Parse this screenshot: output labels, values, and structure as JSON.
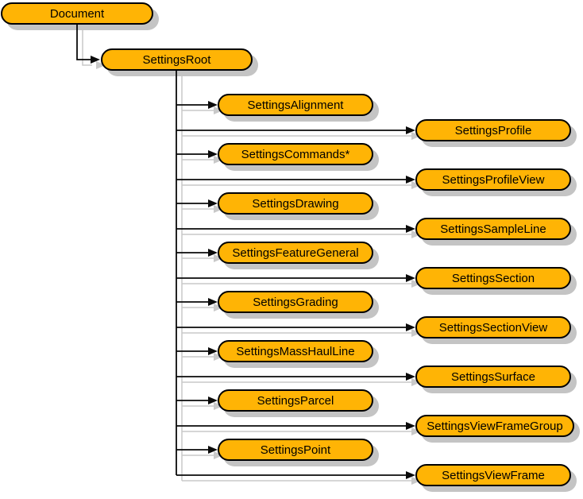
{
  "diagram": {
    "nodes": {
      "document": "Document",
      "settings_root": "SettingsRoot",
      "left": [
        "SettingsAlignment",
        "SettingsCommands*",
        "SettingsDrawing",
        "SettingsFeatureGeneral",
        "SettingsGrading",
        "SettingsMassHaulLine",
        "SettingsParcel",
        "SettingsPoint"
      ],
      "right": [
        "SettingsProfile",
        "SettingsProfileView",
        "SettingsSampleLine",
        "SettingsSection",
        "SettingsSectionView",
        "SettingsSurface",
        "SettingsViewFrameGroup",
        "SettingsViewFrame"
      ]
    },
    "colors": {
      "node_fill": "#ffb405",
      "node_border": "#000000",
      "node_shadow": "#c4c4c4",
      "line": "#0a0a0a",
      "line_shadow": "#c9c9c9",
      "background": "#ffffff"
    }
  }
}
